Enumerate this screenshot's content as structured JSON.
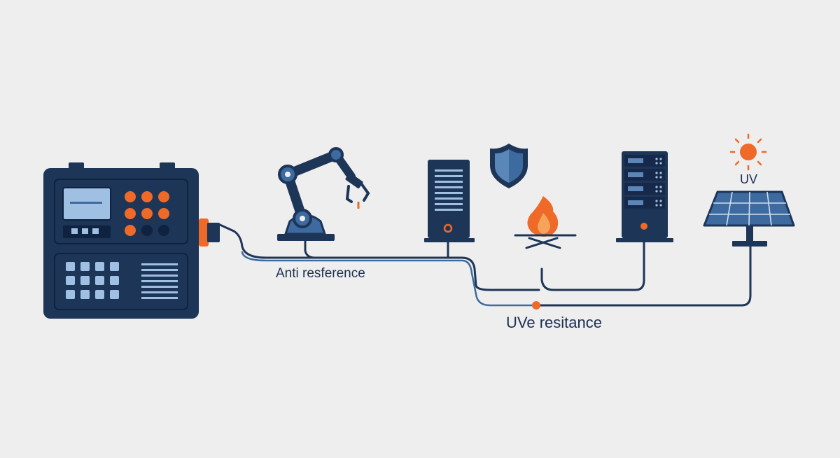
{
  "labels": {
    "anti_interference": "Anti resference",
    "uv_resistance": "UVe resitance",
    "uv": "UV"
  },
  "colors": {
    "background": "#eeeeee",
    "navy": "#1d3557",
    "blue": "#3d6a9f",
    "light_blue": "#9fc0e3",
    "orange": "#ef6a28",
    "text": "#1d2f50"
  },
  "icons": [
    "control-panel-icon",
    "robot-arm-icon",
    "server-tower-icon",
    "shield-icon",
    "flame-icon",
    "server-rack-icon",
    "sun-icon",
    "solar-panel-icon"
  ]
}
